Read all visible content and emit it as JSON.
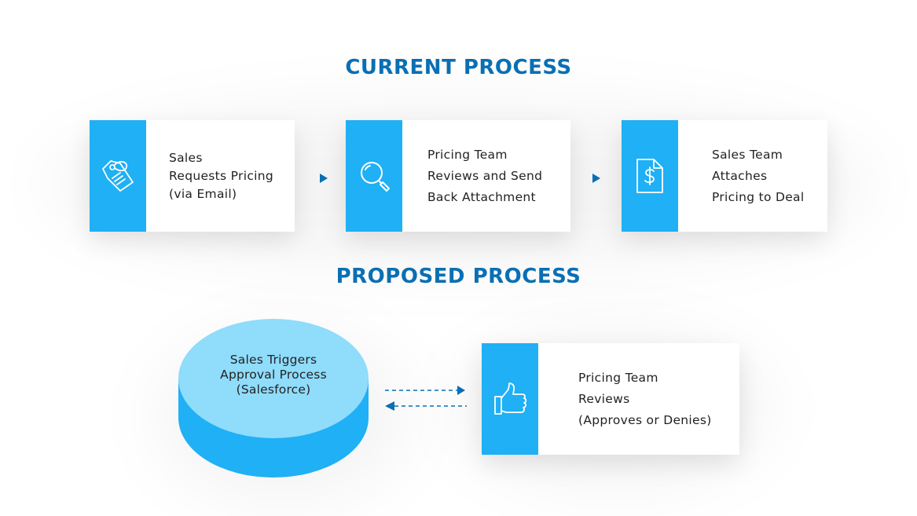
{
  "current_process": {
    "title": "CURRENT PROCESS",
    "steps": [
      {
        "icon": "price-tag-icon",
        "lines": [
          "Sales",
          "Requests Pricing",
          "(via Email)"
        ]
      },
      {
        "icon": "magnifier-icon",
        "lines": [
          "Pricing Team",
          "Reviews and Send",
          "Back Attachment"
        ]
      },
      {
        "icon": "dollar-document-icon",
        "lines": [
          "Sales Team",
          "Attaches",
          "Pricing to Deal"
        ]
      }
    ]
  },
  "proposed_process": {
    "title": "PROPOSED PROCESS",
    "trigger": {
      "lines": [
        "Sales Triggers",
        "Approval Process",
        "(Salesforce)"
      ]
    },
    "review": {
      "icon": "thumbs-up-icon",
      "lines": [
        "Pricing Team",
        "Reviews",
        "(Approves or Denies)"
      ]
    }
  },
  "colors": {
    "title": "#0a6fb4",
    "strip": "#1fb0f5",
    "cylinder_top": "#8fdcfb",
    "cylinder_body": "#1fb0f5",
    "arrow": "#0a6fb4"
  }
}
